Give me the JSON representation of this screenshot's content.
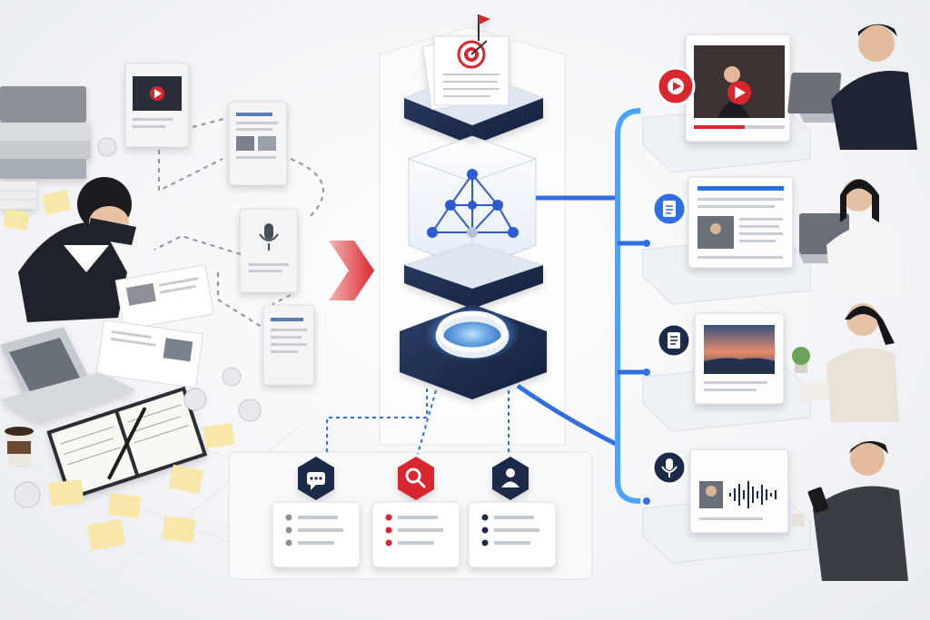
{
  "colors": {
    "navy": "#1c2a4a",
    "accent_red": "#d9272e",
    "accent_blue": "#2f6fe0",
    "glow_blue": "#4aa3ff",
    "paper": "#ffffff",
    "sticky_note": "#f7e7a8"
  },
  "left_zone": {
    "scattered_cards": [
      {
        "icon": "play-icon"
      },
      {
        "icon": "document-icon"
      },
      {
        "icon": "microphone-icon"
      },
      {
        "icon": "document-icon"
      }
    ],
    "props": [
      "binders-stack",
      "laptop",
      "notebook",
      "coffee-cup",
      "sticky-notes",
      "crumpled-paper"
    ]
  },
  "center_stack": {
    "top_icon": "target-flag-icon",
    "middle_icon": "network-graph-icon",
    "bottom_icon": "glowing-ring-icon"
  },
  "bottom_tray": {
    "tools": [
      {
        "icon": "chat-bubble-icon",
        "color": "#1c2a4a"
      },
      {
        "icon": "search-icon",
        "color": "#d9272e"
      },
      {
        "icon": "user-icon",
        "color": "#1c2a4a"
      }
    ]
  },
  "outputs": [
    {
      "icon": "play-icon",
      "icon_color": "#d9272e",
      "card": "video"
    },
    {
      "icon": "document-icon",
      "icon_color": "#2f6fe0",
      "card": "article"
    },
    {
      "icon": "document-icon",
      "icon_color": "#1c2a4a",
      "card": "sunset-photo"
    },
    {
      "icon": "microphone-icon",
      "icon_color": "#1c2a4a",
      "card": "audio"
    }
  ]
}
